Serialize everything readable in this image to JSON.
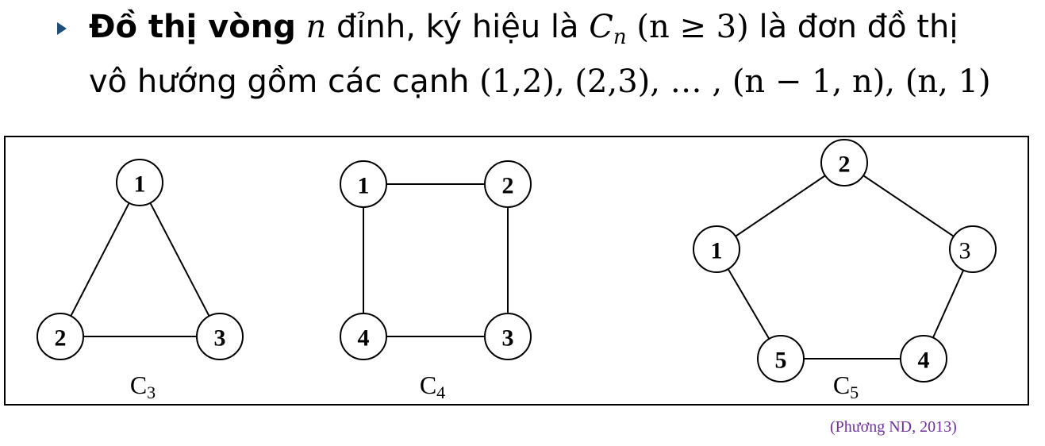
{
  "statement": {
    "term": "Đồ thị vòng",
    "n_var": "n",
    "after_n": " đỉnh, ký hiệu là ",
    "symbol_base": "C",
    "symbol_sub": "n",
    "condition": " (n ≥ 3)",
    "tail_line1": " là đơn đồ thị",
    "line2_text": "vô hướng gồm các cạnh ",
    "edges_math": "(1,2), (2,3), … , (n − 1, n), (n, 1)"
  },
  "graphs": [
    {
      "id": "C3",
      "caption_base": "C",
      "caption_sub": "3",
      "vertices": [
        "1",
        "2",
        "3"
      ],
      "edges": [
        [
          "1",
          "2"
        ],
        [
          "1",
          "3"
        ],
        [
          "2",
          "3"
        ]
      ]
    },
    {
      "id": "C4",
      "caption_base": "C",
      "caption_sub": "4",
      "vertices": [
        "1",
        "2",
        "3",
        "4"
      ],
      "edges": [
        [
          "1",
          "2"
        ],
        [
          "2",
          "3"
        ],
        [
          "3",
          "4"
        ],
        [
          "4",
          "1"
        ]
      ]
    },
    {
      "id": "C5",
      "caption_base": "C",
      "caption_sub": "5",
      "vertices": [
        "1",
        "2",
        "3",
        "4",
        "5"
      ],
      "edges": [
        [
          "1",
          "2"
        ],
        [
          "2",
          "3"
        ],
        [
          "3",
          "4"
        ],
        [
          "4",
          "5"
        ],
        [
          "5",
          "1"
        ]
      ]
    }
  ],
  "citation": "(Phương ND, 2013)"
}
